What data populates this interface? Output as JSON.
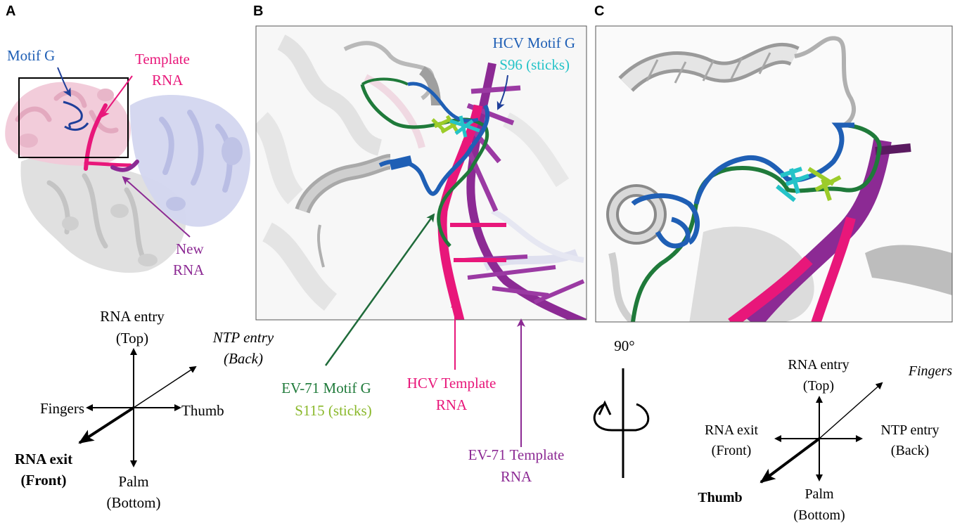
{
  "colors": {
    "motif_g_hcv": "#1f5fb5",
    "hcv_template": "#e8177a",
    "ev71_template": "#8c2a94",
    "ev71_motif_g": "#1f7a3a",
    "s96": "#25c3c8",
    "s115": "#9ccc2a",
    "protein_gray": "#d8d8d8",
    "fingers_pink": "#f1c9d8",
    "thumb_lavender": "#cfd2ee"
  },
  "panels": {
    "a": {
      "letter": "A",
      "motif_g": "Motif G",
      "template_line1": "Template",
      "template_line2": "RNA",
      "new_line1": "New",
      "new_line2": "RNA"
    },
    "b": {
      "letter": "B",
      "hcv_motif_g": "HCV Motif G",
      "s96": "S96 (sticks)",
      "ev71_motif_g": "EV-71 Motif G",
      "s115": "S115 (sticks)",
      "hcv_template_line1": "HCV Template",
      "hcv_template_line2": "RNA",
      "ev71_template_line1": "EV-71 Template",
      "ev71_template_line2": "RNA"
    },
    "c": {
      "letter": "C"
    }
  },
  "compass_a": {
    "top_line1": "RNA entry",
    "top_line2": "(Top)",
    "diag_line1": "NTP entry",
    "diag_line2": "(Back)",
    "left": "Fingers",
    "right": "Thumb",
    "front_line1": "RNA exit",
    "front_line2": "(Front)",
    "bottom_line1": "Palm",
    "bottom_line2": "(Bottom)"
  },
  "rotation": {
    "label": "90°"
  },
  "compass_c": {
    "top_line1": "RNA entry",
    "top_line2": "(Top)",
    "diag": "Fingers",
    "left_line1": "RNA exit",
    "left_line2": "(Front)",
    "right_line1": "NTP entry",
    "right_line2": "(Back)",
    "front": "Thumb",
    "bottom_line1": "Palm",
    "bottom_line2": "(Bottom)"
  }
}
